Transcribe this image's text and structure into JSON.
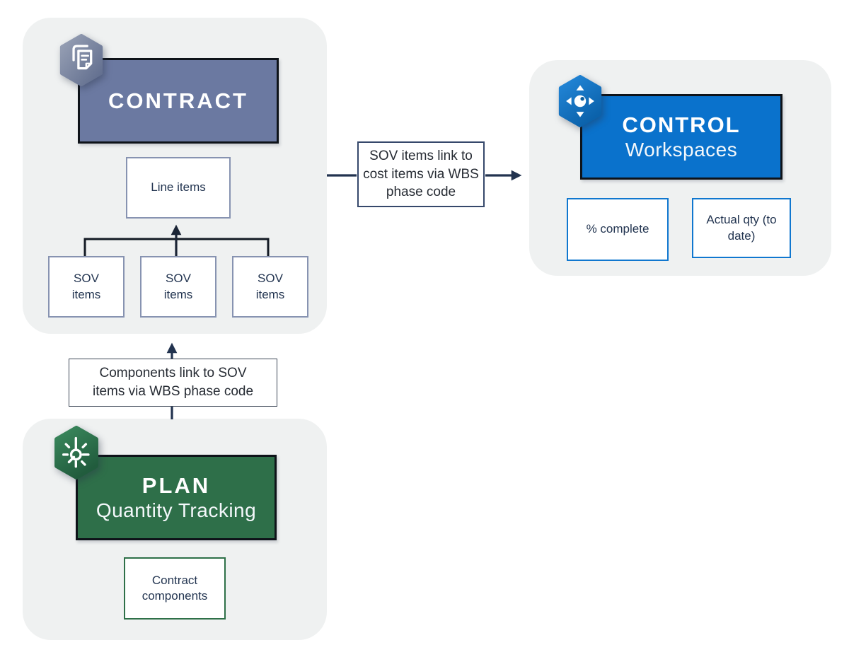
{
  "panels": {
    "contract": {
      "title": "CONTRACT",
      "line_items_label": "Line items",
      "sov_items": [
        "SOV items",
        "SOV items",
        "SOV items"
      ]
    },
    "control": {
      "title": "CONTROL",
      "subtitle": "Workspaces",
      "metrics": [
        "% complete",
        "Actual qty (to date)"
      ]
    },
    "plan": {
      "title": "PLAN",
      "subtitle": "Quantity Tracking",
      "component_label": "Contract components"
    }
  },
  "connectors": {
    "sov_to_cost": "SOV items link to cost items via WBS phase code",
    "components_to_sov": "Components link to SOV items via WBS phase code"
  },
  "icons": {
    "contract": "documents-icon",
    "control": "move-control-icon",
    "plan": "plan-clock-icon"
  },
  "colors": {
    "contract_header": "#6b79a1",
    "control_header": "#0a72cc",
    "plan_header": "#2e6f49",
    "panel_background": "#eff1f1",
    "slate_box_border": "#8793b1",
    "blue_box_border": "#1077cf",
    "green_box_border": "#2e7048",
    "navy_text": "#223450",
    "arrow_line": "#22334f",
    "bracket_line": "#131a24"
  }
}
